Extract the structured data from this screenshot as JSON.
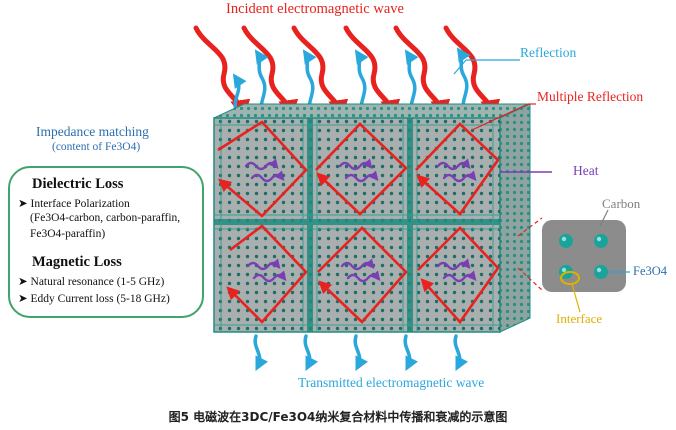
{
  "labels": {
    "incident": "Incident electromagnetic wave",
    "reflection": "Reflection",
    "multiple_reflection": "Multiple Reflection",
    "impedance": "Impedance matching",
    "impedance_sub": "(content of Fe3O4)",
    "heat": "Heat",
    "carbon": "Carbon",
    "fe3o4": "Fe3O4",
    "interface": "Interface",
    "transmitted": "Transmitted electromagnetic wave"
  },
  "loss_box": {
    "dielectric_title": "Dielectric Loss",
    "dielectric_lines": [
      "Interface Polarization",
      "(Fe3O4-carbon, carbon-paraffin,",
      "Fe3O4-paraffin)"
    ],
    "magnetic_title": "Magnetic Loss",
    "magnetic_lines": [
      "Natural resonance (1-5 GHz)",
      "Eddy Current loss (5-18 GHz)"
    ]
  },
  "caption": "图5 电磁波在3DC/Fe3O4纳米复合材料中传播和衰减的示意图",
  "colors": {
    "incident": "#e8231f",
    "reflection": "#2aa7db",
    "multiple_reflection": "#e8231f",
    "impedance": "#2b6fae",
    "heat": "#7b3fb5",
    "carbon": "#7f7f7f",
    "fe3o4": "#2b6fae",
    "interface": "#e0b000",
    "transmitted": "#2aa7db",
    "cube_face": "#a9aeaf",
    "cube_edge": "#1f8d80",
    "border": "#3fa36b"
  }
}
